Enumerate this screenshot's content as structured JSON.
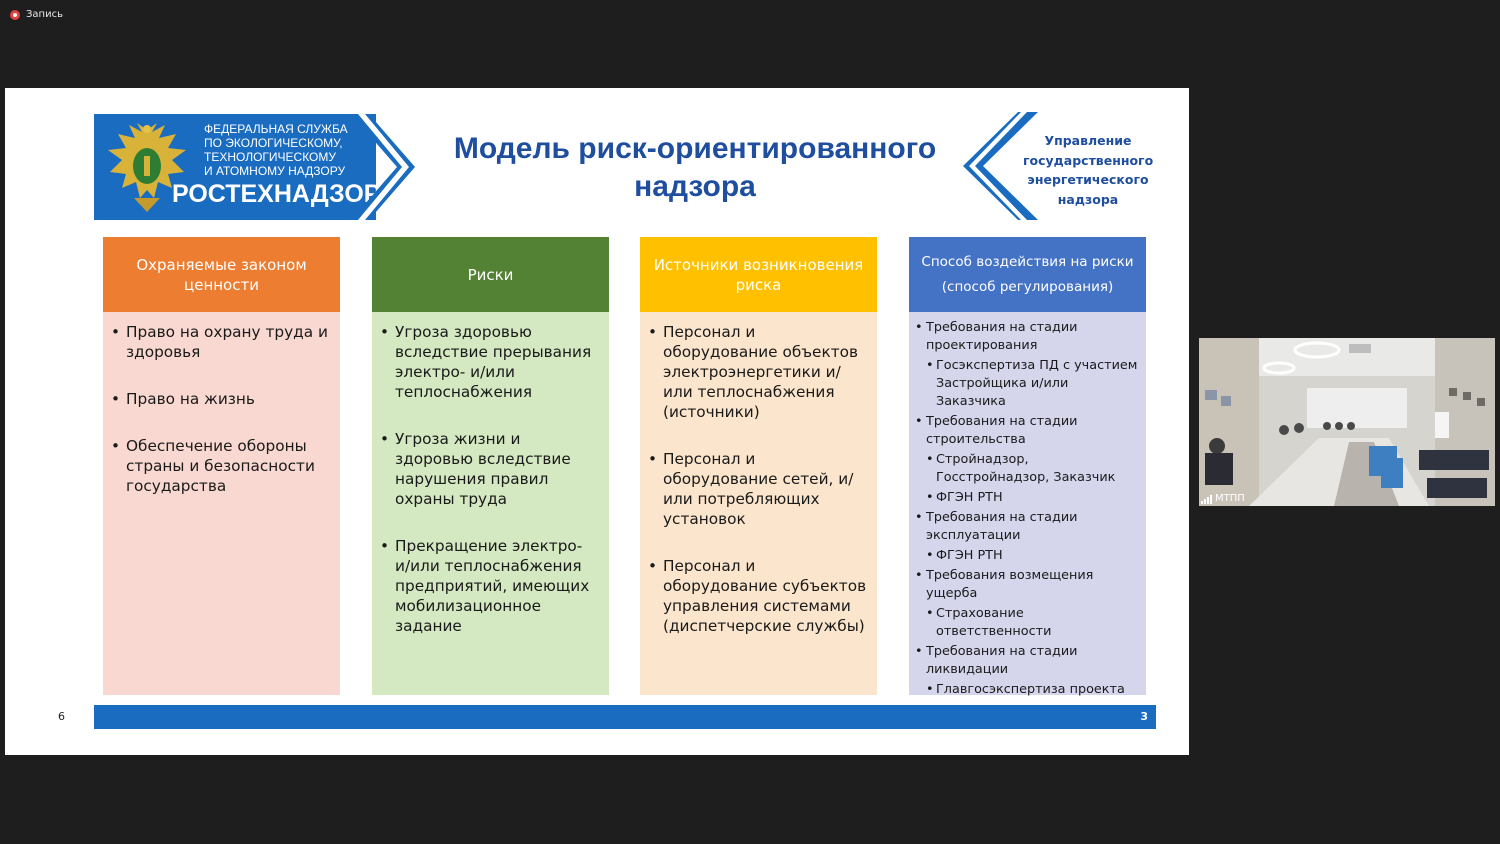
{
  "recording": {
    "label": "Запись"
  },
  "slide": {
    "logo": {
      "agency_lines": [
        "ФЕДЕРАЛЬНАЯ СЛУЖБА",
        "ПО ЭКОЛОГИЧЕСКОМУ,",
        "ТЕХНОЛОГИЧЕСКОМУ",
        "И АТОМНОМУ НАДЗОРУ"
      ],
      "name": "РОСТЕХНАДЗОР"
    },
    "title_lines": [
      "Модель риск-ориентированного",
      "надзора"
    ],
    "department_lines": [
      "Управление",
      "государственного",
      "энергетического",
      "надзора"
    ],
    "columns": [
      {
        "header_lines": [
          "Охраняемые законом",
          "ценности"
        ],
        "header_color": "#ed7d31",
        "body_color": "#f8d8d0",
        "items": [
          "Право на охрану труда и здоровья",
          "Право на жизнь",
          "Обеспечение обороны страны и безопасности государства"
        ]
      },
      {
        "header_lines": [
          "Риски"
        ],
        "header_color": "#548235",
        "body_color": "#d4e8c2",
        "items": [
          "Угроза здоровью вследствие прерывания электро- и/или теплоснабжения",
          "Угроза жизни и здоровью вследствие нарушения правил охраны труда",
          "Прекращение электро- и/или теплоснабжения предприятий, имеющих мобилизационное задание"
        ]
      },
      {
        "header_lines": [
          "Источники возникновения",
          "риска"
        ],
        "header_color": "#ffc000",
        "body_color": "#fbe5cc",
        "items": [
          "Персонал и оборудование объектов электроэнергетики и/или теплоснабжения (источники)",
          "Персонал и оборудование сетей, и/или потребляющих установок",
          "Персонал и оборудование субъектов управления системами (диспетчерские службы)"
        ]
      },
      {
        "header_lines": [
          "Способ воздействия на риски",
          "(способ регулирования)"
        ],
        "header_color": "#4472c4",
        "body_color": "#d5d6ec",
        "items": [
          {
            "level": 1,
            "text": "Требования  на стадии проектирования"
          },
          {
            "level": 2,
            "text": "Госэкспертиза ПД с участием Застройщика и/или Заказчика"
          },
          {
            "level": 1,
            "text": "Требования  на стадии строительства"
          },
          {
            "level": 2,
            "text": "Стройнадзор, Госстройнадзор, Заказчик"
          },
          {
            "level": 2,
            "text": "ФГЭН РТН"
          },
          {
            "level": 1,
            "text": "Требования  на стадии эксплуатации"
          },
          {
            "level": 2,
            "text": "ФГЭН РТН"
          },
          {
            "level": 1,
            "text": "Требования  возмещения ущерба"
          },
          {
            "level": 2,
            "text": "Страхование  ответственности"
          },
          {
            "level": 1,
            "text": "Требования  на стадии ликвидации"
          },
          {
            "level": 2,
            "text": "Главгосэкспертиза проекта"
          }
        ]
      }
    ],
    "page_number_left": "6",
    "page_number_right": "3",
    "accent_color": "#1a6cc0"
  },
  "video": {
    "participant_label": "МТПП"
  }
}
